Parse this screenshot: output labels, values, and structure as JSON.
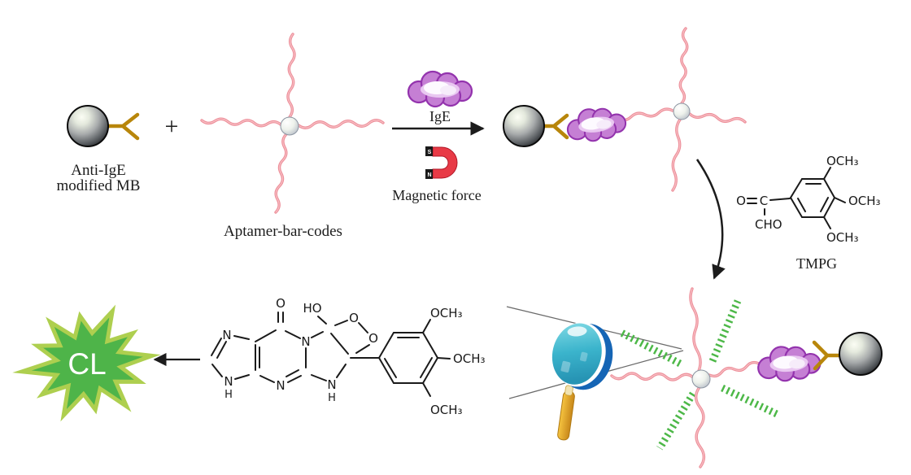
{
  "labels": {
    "plus": "+",
    "anti_ige_line1": "Anti-IgE",
    "anti_ige_line2": "modified MB",
    "aptamer": "Aptamer-bar-codes",
    "ige": "IgE",
    "magnetic_force": "Magnetic force",
    "magnet_s": "S",
    "magnet_n": "N",
    "tmpg": "TMPG",
    "cl": "CL"
  },
  "chem": {
    "n": "N",
    "h": "H",
    "o": "O",
    "c": "C",
    "ho": "HO",
    "cho": "CHO",
    "och3": "OCH₃"
  },
  "colors": {
    "strandPink": "#ed8e99",
    "strandLight": "#f8c6cb",
    "dashGreen": "#4db848",
    "clFill": "#4eb449",
    "clEdge": "#aecf4f",
    "magnetRed": "#e83a46",
    "cloudFill": "#c57fd4",
    "cloudEdge": "#9333ad",
    "lensTeal": "#3bb4cc",
    "lensRim": "#1565b5",
    "handleGold": "#e8a92c",
    "antibodyGold": "#b8860b",
    "bond": "#1a1a1a"
  }
}
